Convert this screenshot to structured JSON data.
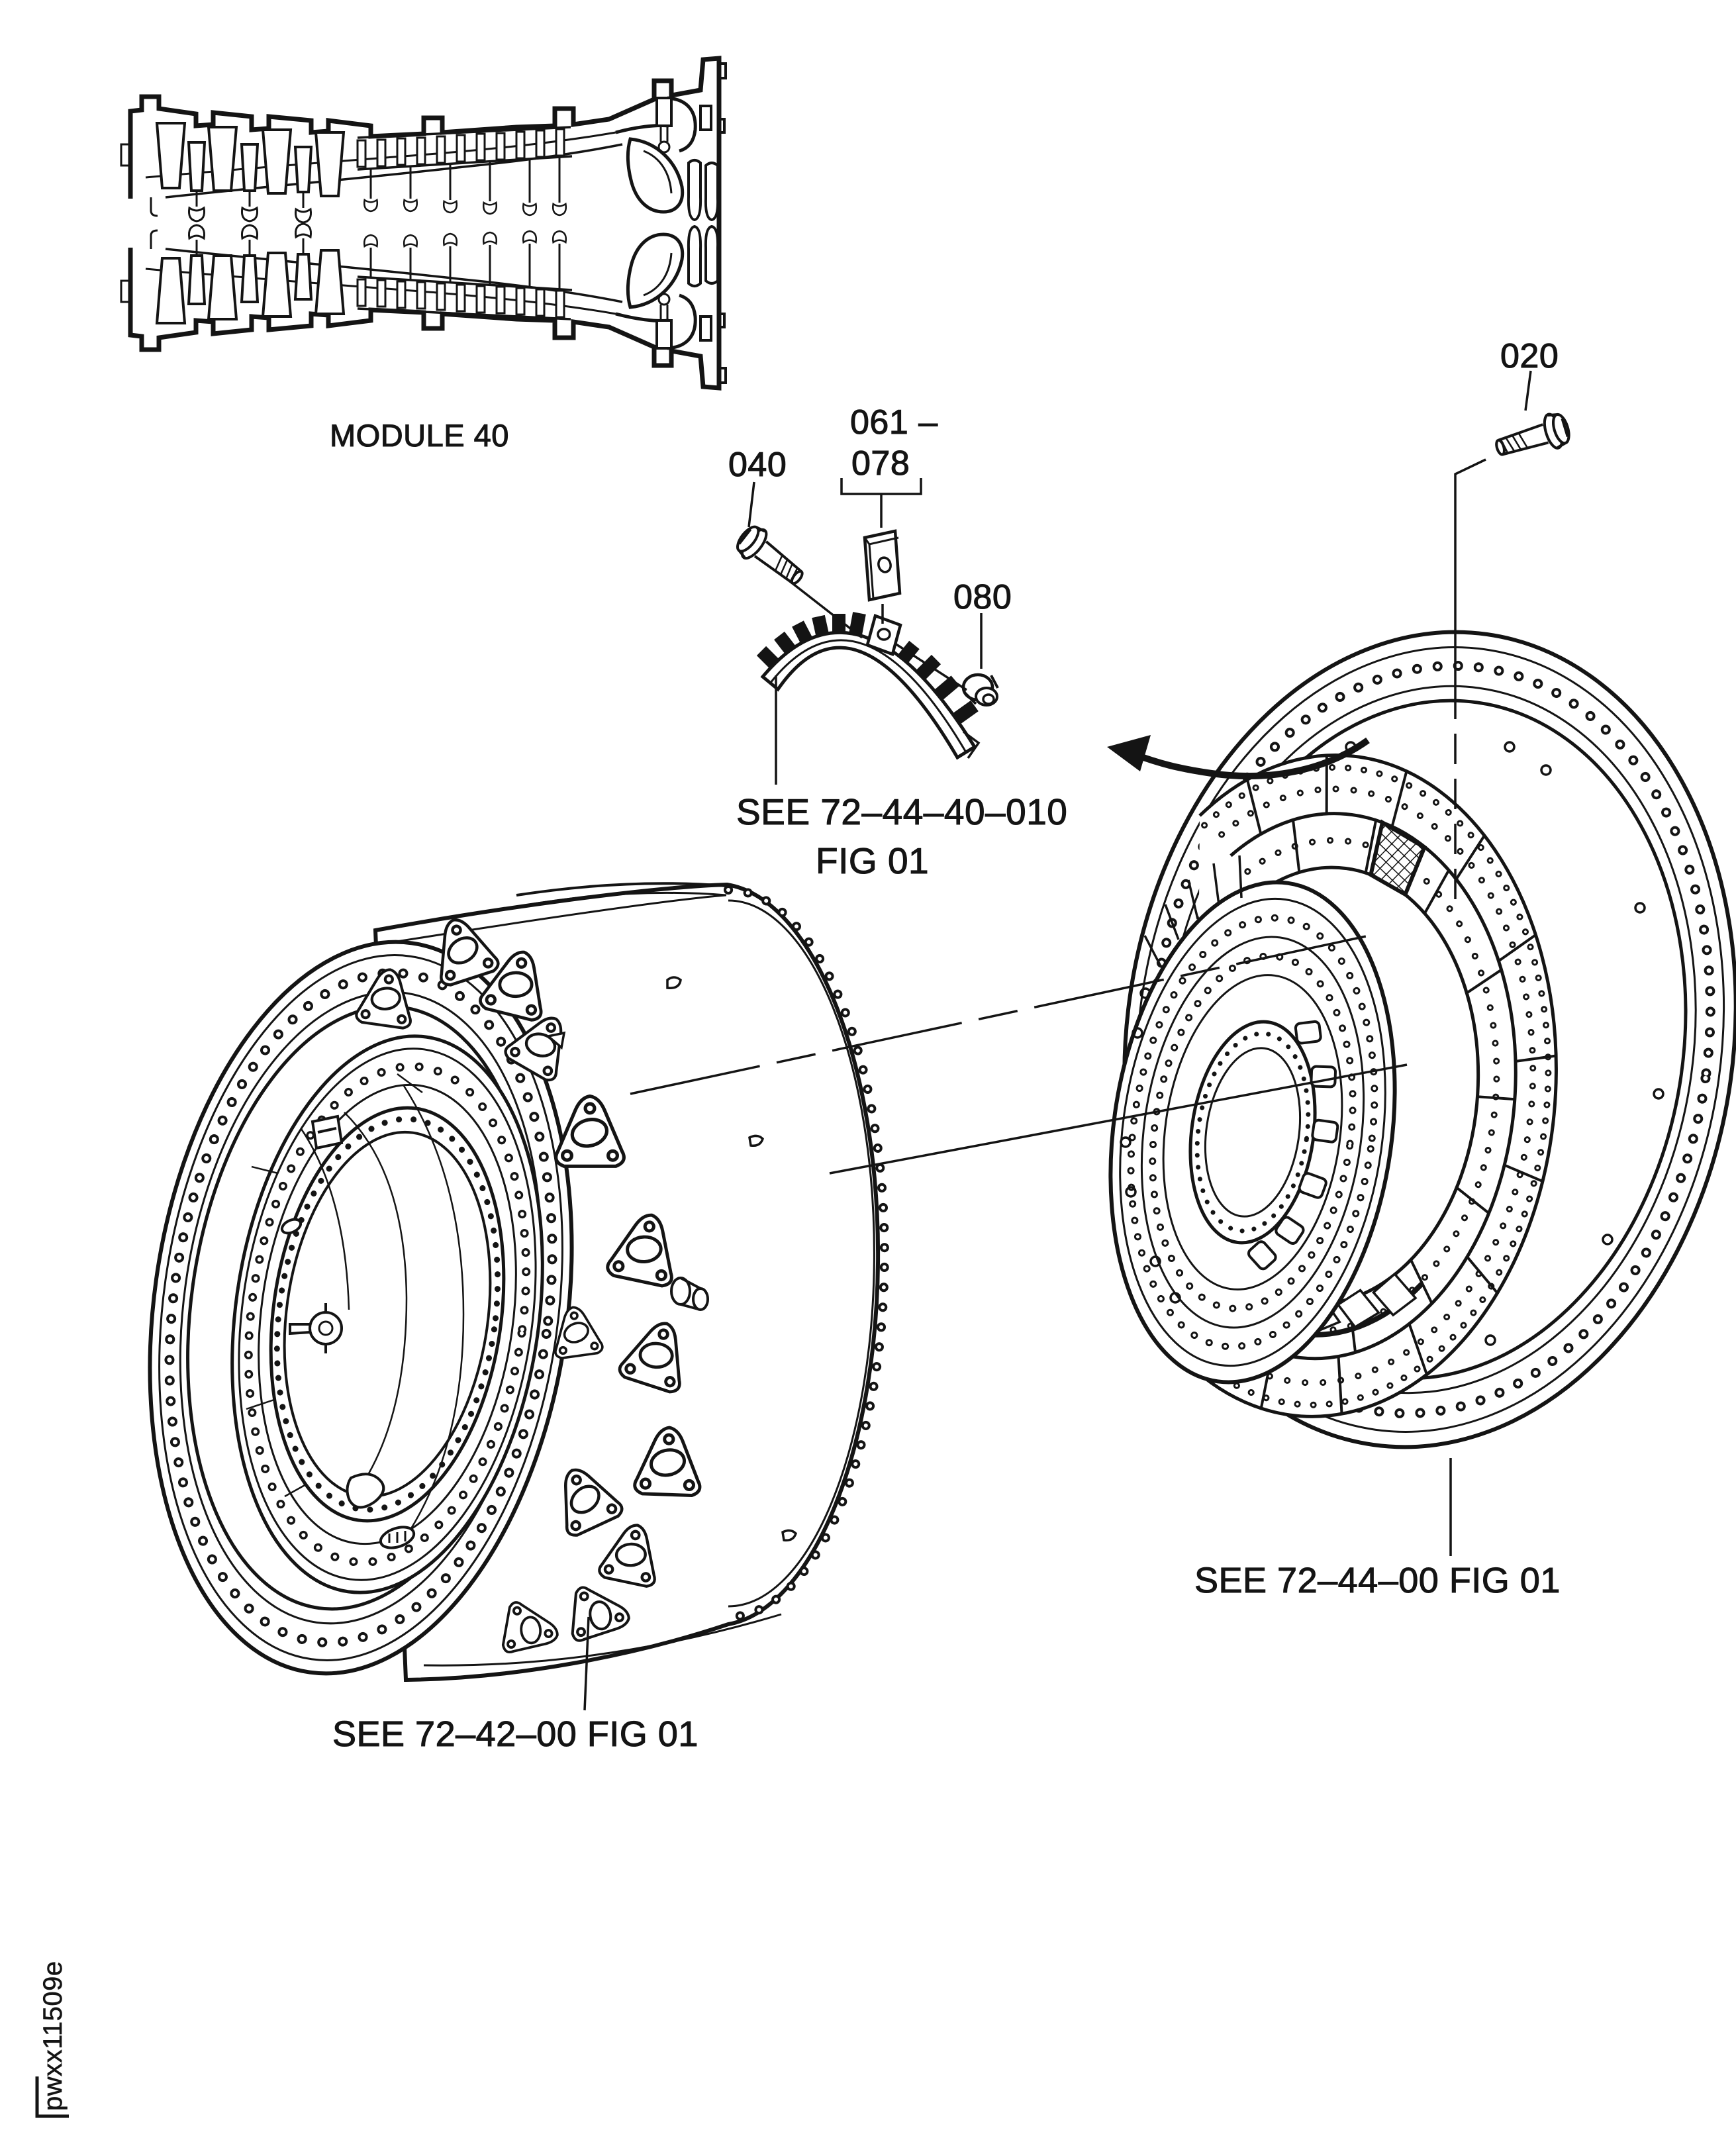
{
  "page": {
    "background": "#ffffff",
    "ink": "#141414"
  },
  "module": {
    "label": "MODULE 40"
  },
  "callouts": {
    "c020": "020",
    "c040": "040",
    "c061": "061 –",
    "c078": "078",
    "c080": "080"
  },
  "refs": {
    "seal_segment_line1": "SEE 72–44–40–010",
    "seal_segment_line2": "FIG 01",
    "turbine_case": "SEE 72–44–00 FIG 01",
    "diffuser_case": "SEE 72–42–00 FIG 01"
  },
  "plate_code": "pwxx11509e"
}
